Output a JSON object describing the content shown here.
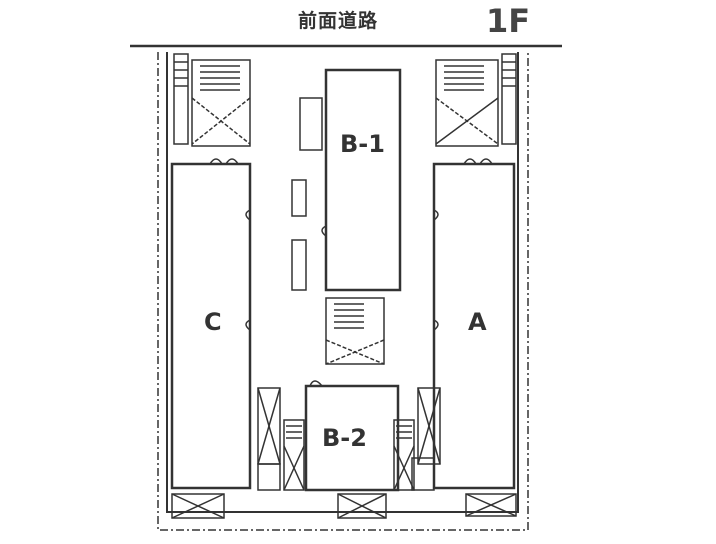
{
  "header": {
    "road_label": "前面道路",
    "floor_label": "1F"
  },
  "units": {
    "b1": "B-1",
    "b2": "B-2",
    "a": "A",
    "c": "C"
  },
  "colors": {
    "line": "#333333",
    "background": "#ffffff"
  }
}
